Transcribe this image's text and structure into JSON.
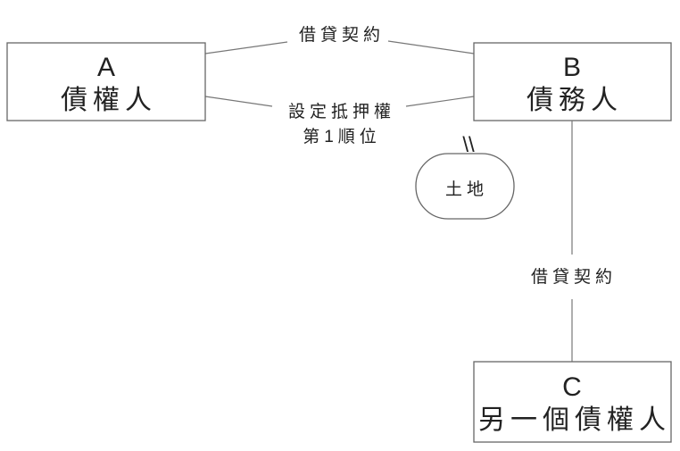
{
  "diagram": {
    "nodes": {
      "a": {
        "letter": "A",
        "label": "債權人"
      },
      "b": {
        "letter": "B",
        "label": "債務人"
      },
      "c": {
        "letter": "C",
        "label": "另一個債權人"
      },
      "land": {
        "label": "土地"
      }
    },
    "edges": {
      "ab_loan": "借貸契約",
      "ab_mortgage_line1": "設定抵押權",
      "ab_mortgage_line2": "第1順位",
      "b_land_mark": "\\\\",
      "bc_loan": "借貸契約"
    }
  }
}
